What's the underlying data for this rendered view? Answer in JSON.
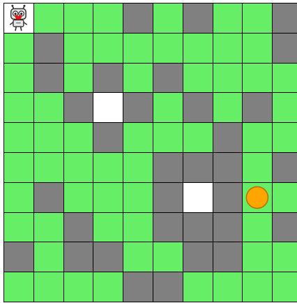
{
  "colors": {
    "G": "#66ef66",
    "W": "#808080",
    "E": "#ffffff",
    "S": "#ffffff",
    "border": "#000000",
    "goal": "#ffa500",
    "goal_stroke": "#b87400"
  },
  "grid": {
    "rows": 10,
    "cols": 10,
    "cells": [
      [
        "S",
        "G",
        "G",
        "G",
        "W",
        "G",
        "W",
        "G",
        "G",
        "W"
      ],
      [
        "G",
        "W",
        "G",
        "G",
        "G",
        "G",
        "G",
        "G",
        "G",
        "W"
      ],
      [
        "G",
        "W",
        "G",
        "W",
        "G",
        "W",
        "G",
        "G",
        "G",
        "G"
      ],
      [
        "G",
        "G",
        "W",
        "E",
        "W",
        "G",
        "W",
        "G",
        "W",
        "G"
      ],
      [
        "G",
        "G",
        "G",
        "W",
        "G",
        "G",
        "G",
        "W",
        "G",
        "G"
      ],
      [
        "G",
        "G",
        "G",
        "G",
        "G",
        "W",
        "W",
        "W",
        "G",
        "W"
      ],
      [
        "G",
        "W",
        "G",
        "G",
        "G",
        "W",
        "E",
        "W",
        "G",
        "G"
      ],
      [
        "G",
        "G",
        "W",
        "G",
        "G",
        "W",
        "W",
        "W",
        "G",
        "W"
      ],
      [
        "W",
        "G",
        "W",
        "W",
        "G",
        "G",
        "W",
        "W",
        "G",
        "G"
      ],
      [
        "G",
        "G",
        "G",
        "G",
        "W",
        "W",
        "G",
        "G",
        "G",
        "G"
      ]
    ]
  },
  "agent": {
    "icon": "robot-agent-icon",
    "row": 0,
    "col": 0
  },
  "goal": {
    "icon": "orange-ball-icon",
    "row": 6,
    "col": 8
  }
}
